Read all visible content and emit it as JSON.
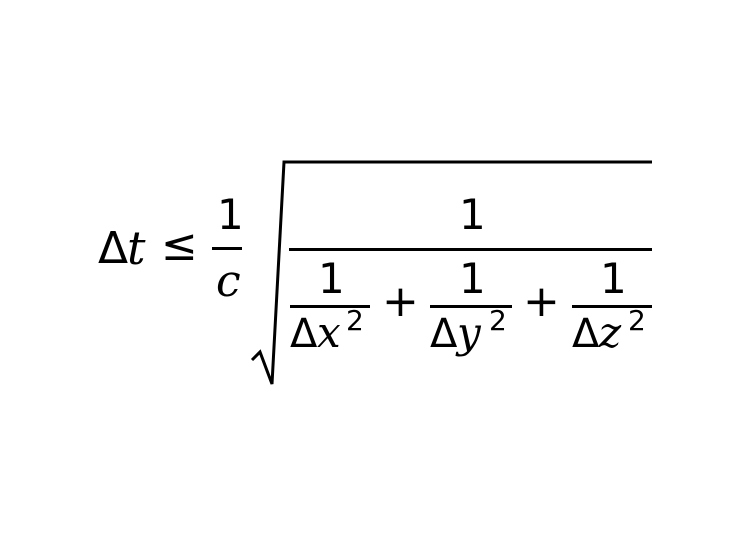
{
  "formula": {
    "lhs": {
      "delta": "Δ",
      "var": "t"
    },
    "relation": "≤",
    "coef": {
      "numerator": "1",
      "denominator": "c"
    },
    "radicand": {
      "numerator": "1",
      "terms": [
        {
          "numerator": "1",
          "delta": "Δ",
          "var": "x",
          "exp": "2"
        },
        {
          "numerator": "1",
          "delta": "Δ",
          "var": "y",
          "exp": "2"
        },
        {
          "numerator": "1",
          "delta": "Δ",
          "var": "z",
          "exp": "2"
        }
      ],
      "operators": [
        "+",
        "+"
      ]
    }
  }
}
